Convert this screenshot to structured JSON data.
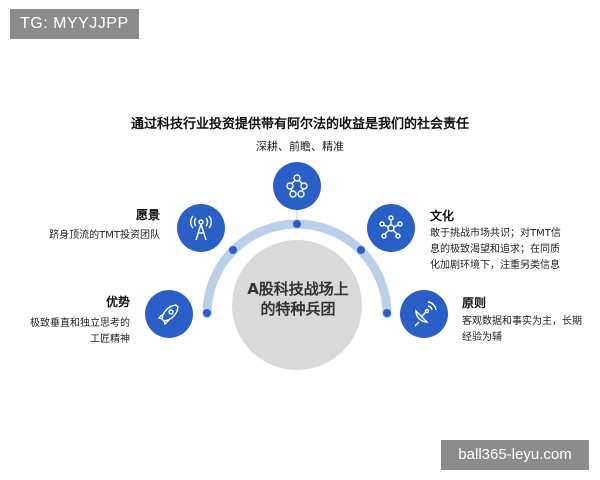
{
  "watermarks": {
    "top_left": "TG: MYYJJPP",
    "bottom_right": "ball365-leyu.com"
  },
  "headline": "通过科技行业投资提供带有阿尔法的收益是我们的社会责任",
  "subline": "深耕、前瞻、精准",
  "center": {
    "line1": "A股科技战场上",
    "line2": "的特种兵团"
  },
  "items": {
    "vision": {
      "title": "愿景",
      "desc_lines": [
        "跻身顶流的TMT投资团队"
      ],
      "icon": "antenna-icon"
    },
    "advantage": {
      "title": "优势",
      "desc_lines": [
        "极致垂直和独立思考的",
        "工匠精神"
      ],
      "icon": "rocket-icon"
    },
    "culture": {
      "title": "文化",
      "desc_lines": [
        "敢于挑战市场共识；对TMT信",
        "息的极致渴望和追求；在同质",
        "化加剧环境下，注重另类信息"
      ],
      "icon": "network-icon"
    },
    "principle": {
      "title": "原则",
      "desc_lines": [
        "客观数据和事实为主，长期",
        "经验为辅"
      ],
      "icon": "satellite-dish-icon"
    },
    "top": {
      "icon": "molecule-icon"
    }
  },
  "colors": {
    "icon_bg": "#2a5fc7",
    "arc": "#b9cfea",
    "dot": "#2a5fc7",
    "center_disc": "#d9d9d9",
    "watermark_bg": "#8c8c8c"
  }
}
